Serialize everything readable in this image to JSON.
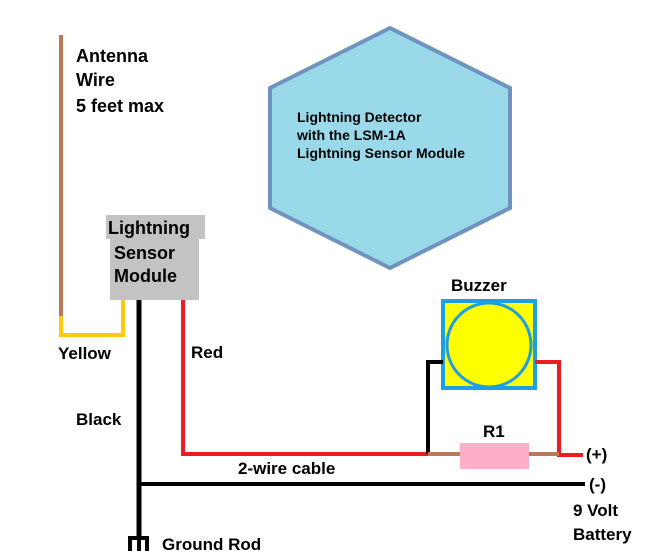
{
  "title_box": {
    "lines": [
      "Lightning Detector",
      "with the LSM-1A",
      "Lightning Sensor Module"
    ],
    "fill": "#99d9ea",
    "stroke": "#7092be"
  },
  "antenna": {
    "lines": [
      "Antenna",
      "Wire",
      "5 feet max"
    ],
    "color": "#b97a57"
  },
  "module": {
    "lines": [
      "Lightning",
      "Sensor",
      "Module"
    ],
    "fill": "#c3c3c3"
  },
  "wire_labels": {
    "yellow": "Yellow",
    "red": "Red",
    "black": "Black",
    "cable": "2-wire cable"
  },
  "buzzer": {
    "label": "Buzzer",
    "border": "#1ea0e0",
    "fill": "#ffff00"
  },
  "resistor": {
    "label": "R1",
    "fill": "#ffaec9",
    "lead_color": "#b97a57"
  },
  "battery": {
    "plus": "(+)",
    "minus": "(-)",
    "lines": [
      "9 Volt",
      "Battery"
    ]
  },
  "ground": {
    "label": "Ground Rod"
  },
  "colors": {
    "yellow_wire": "#ffc90e",
    "red_wire": "#ed1c24",
    "black_wire": "#000000"
  }
}
